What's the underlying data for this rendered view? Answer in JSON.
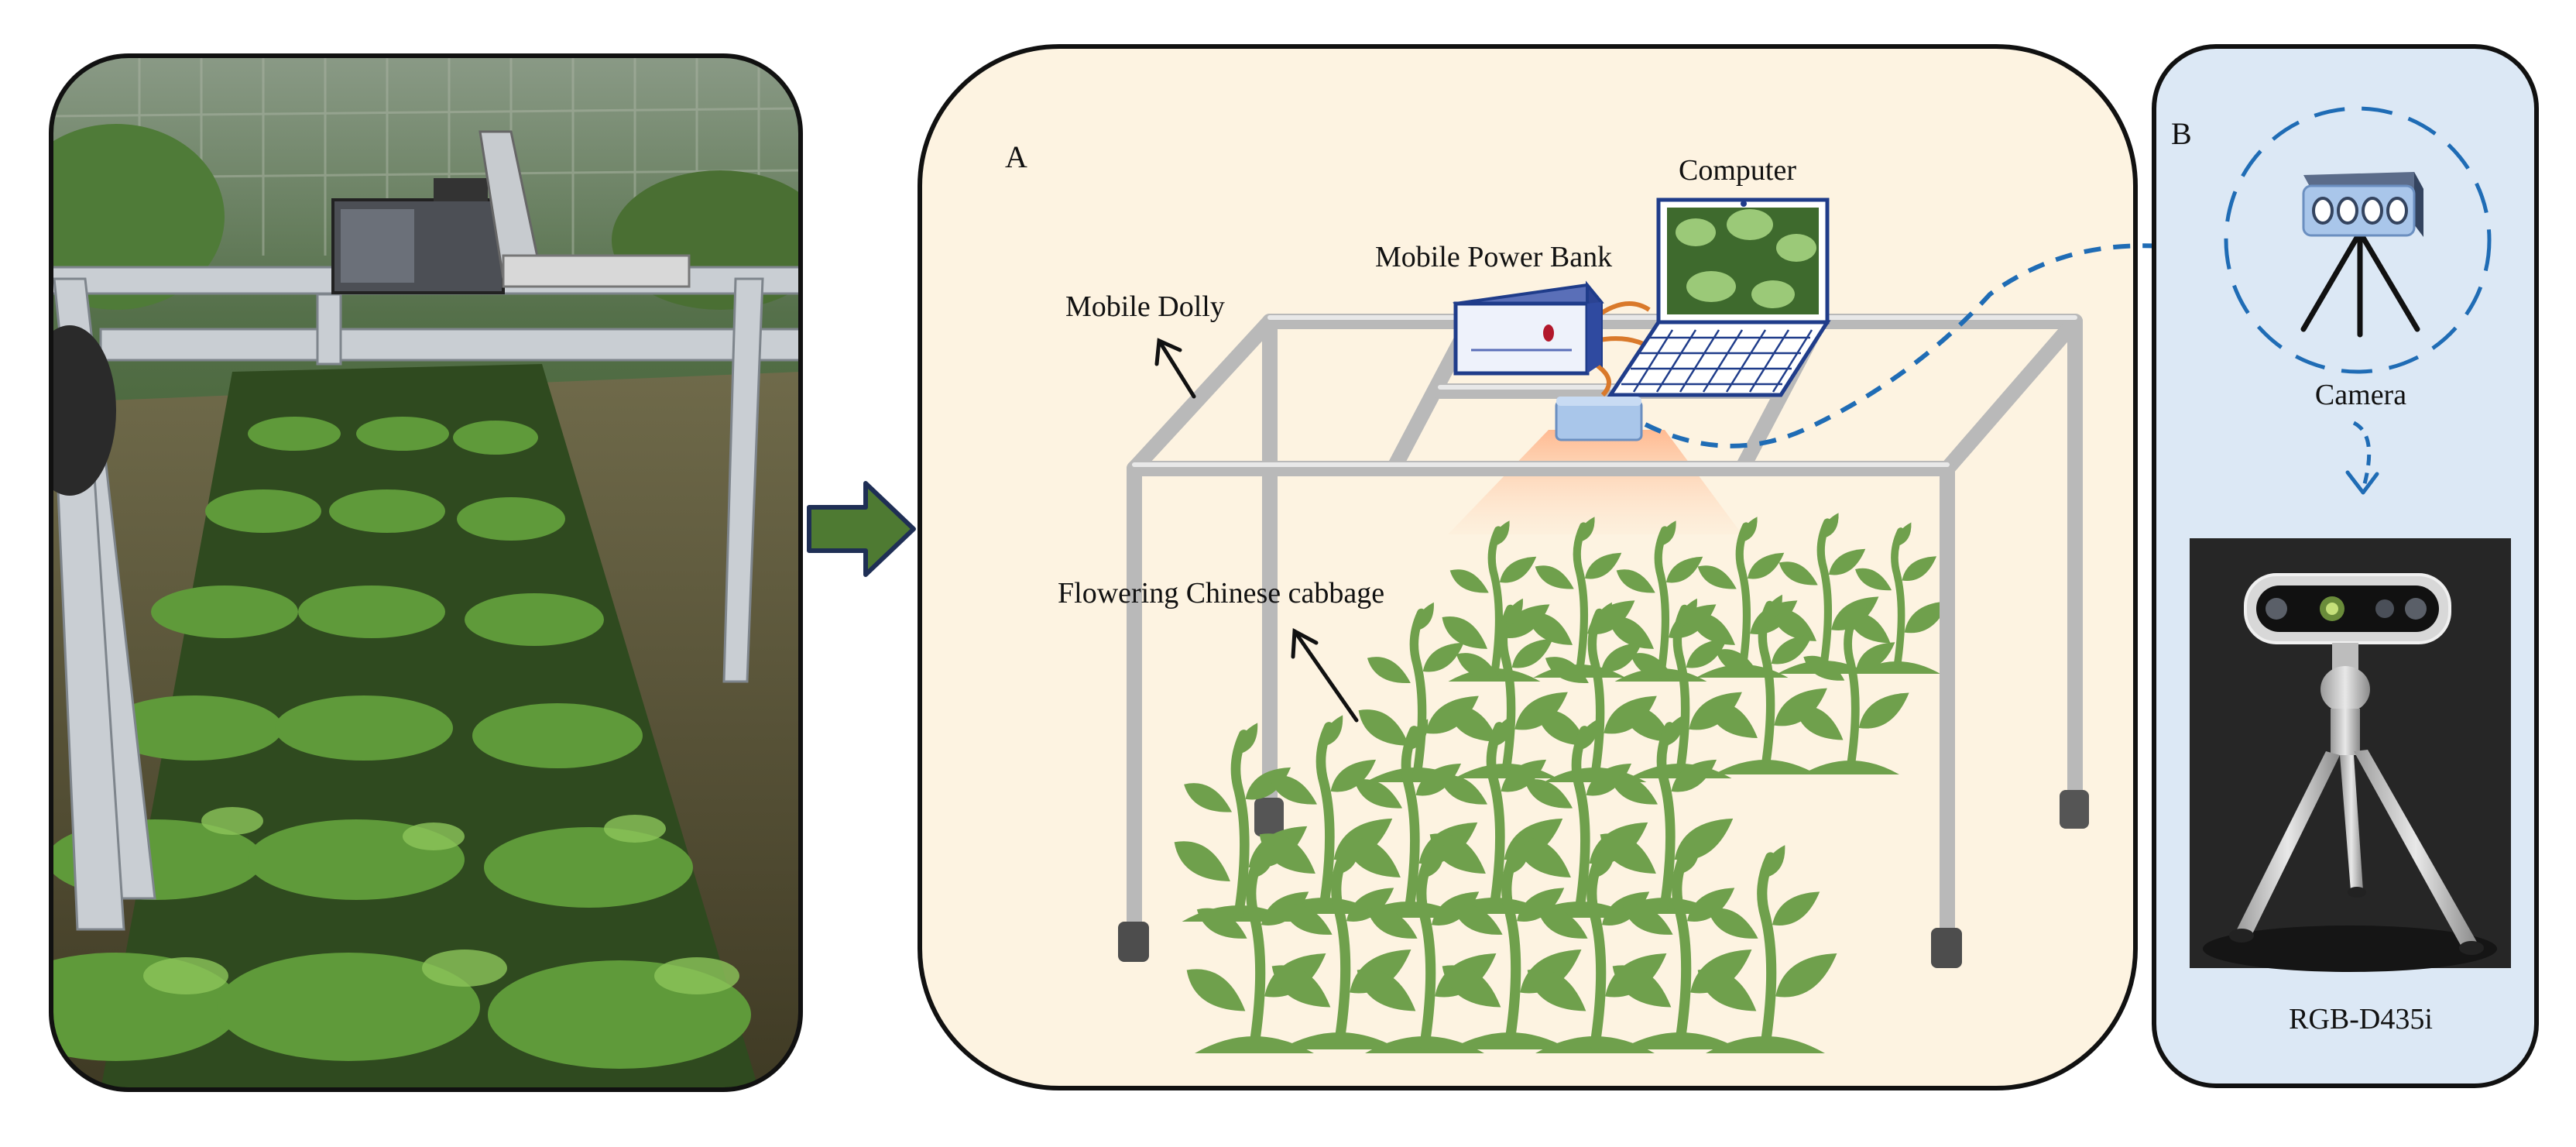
{
  "figure": {
    "panel_a": {
      "letter": "A",
      "labels": {
        "computer": "Computer",
        "power_bank": "Mobile Power Bank",
        "dolly": "Mobile Dolly",
        "cabbage": "Flowering Chinese cabbage"
      }
    },
    "panel_b": {
      "letter": "B",
      "labels": {
        "camera": "Camera",
        "model": "RGB-D435i"
      }
    }
  },
  "colors": {
    "photo_frame": "#111111",
    "panel_a_background": "#fdf3e1",
    "panel_b_background": "#dce8f5",
    "arrow_green": "#4e7a32",
    "arrow_outline": "#1f2f55",
    "plant_green": "#6fa04c",
    "dolly_frame": "#c2c2c2",
    "link_dashed_blue": "#1f6cb5",
    "camera_body": "#a9c6ea",
    "power_bank_body": "#eef2fb",
    "power_bank_frame": "#1f3c8a",
    "light_cone": "#ffb489"
  },
  "icons": {
    "flow_arrow": "thick-right-arrow-icon",
    "camera": "depth-camera-icon",
    "laptop": "laptop-icon",
    "power_bank": "battery-box-icon",
    "tripod": "tripod-icon"
  }
}
